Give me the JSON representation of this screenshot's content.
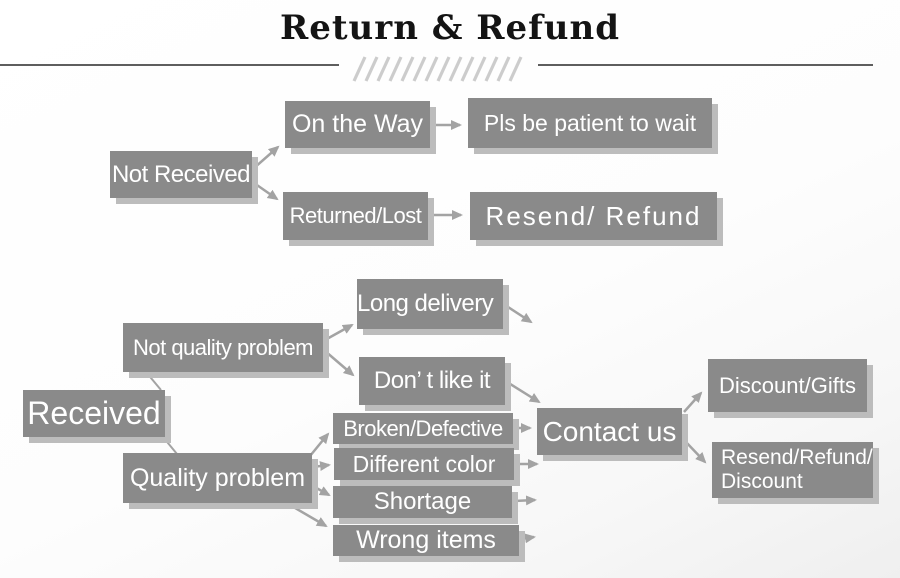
{
  "header": {
    "title": "Return & Refund"
  },
  "colors": {
    "node_fill": "#8a8a8a",
    "node_text": "#ffffff",
    "shadow": "#bcbcbc",
    "connector": "#a3a3a3",
    "title_text": "#141414",
    "rule": "#5e5e5e",
    "hatch": "#cccccc"
  },
  "nodes": {
    "not_received": "Not Received",
    "on_the_way": "On the Way",
    "returned_lost": "Returned/Lost",
    "pls_wait": "Pls be patient to wait",
    "resend_refund": "Resend/ Refund",
    "received": "Received",
    "not_quality_problem": "Not quality problem",
    "long_delivery": "Long delivery",
    "dont_like_it": "Don’ t like it",
    "quality_problem": "Quality problem",
    "broken_defective": "Broken/Defective",
    "different_color": "Different color",
    "shortage": "Shortage",
    "wrong_items": "Wrong items",
    "contact_us": "Contact us",
    "discount_gifts": "Discount/Gifts",
    "resend_refund_discount_line1": "Resend/Refund/",
    "resend_refund_discount_line2": "Discount"
  }
}
